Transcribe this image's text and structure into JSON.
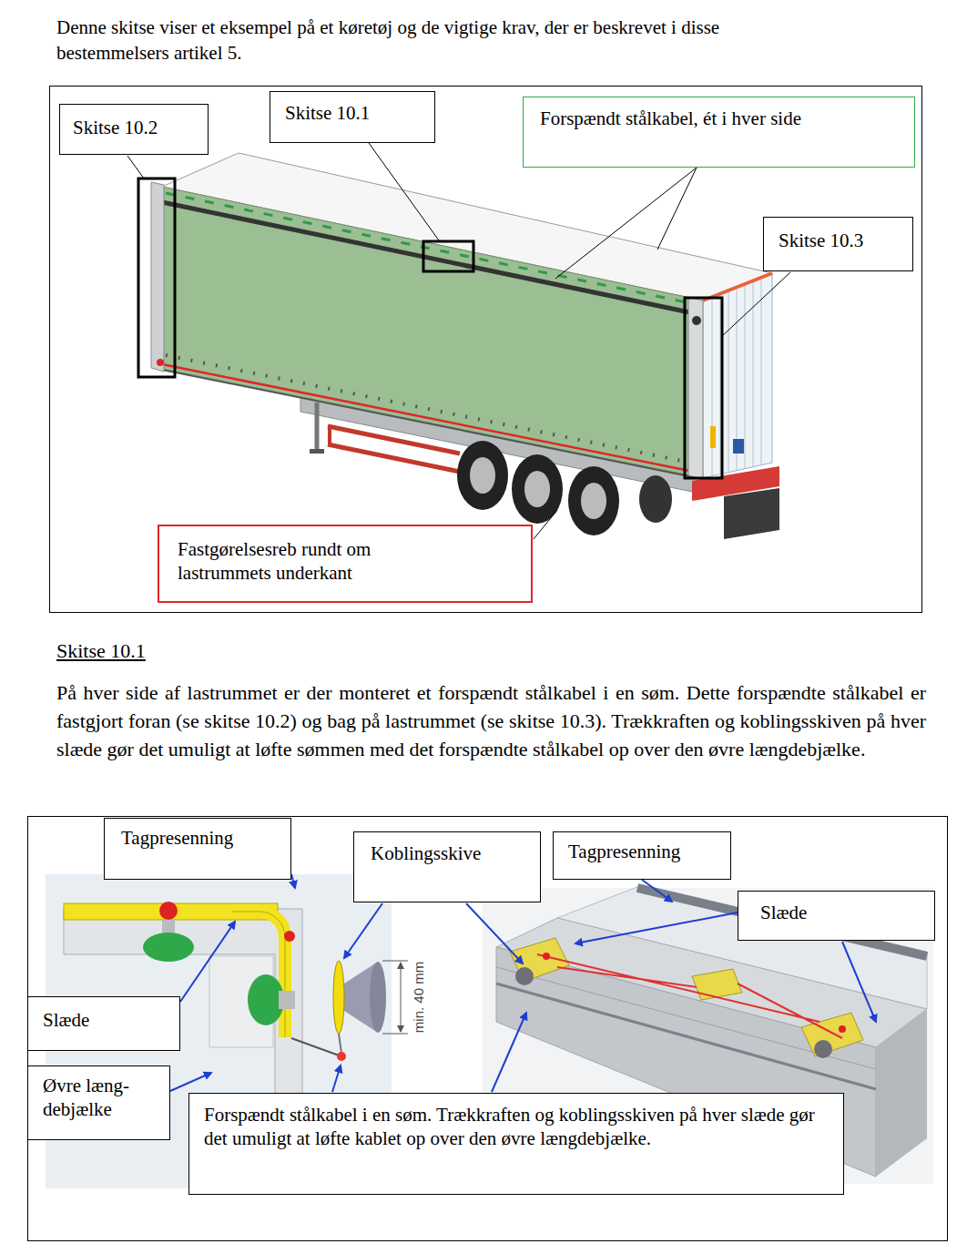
{
  "diagram": {
    "title": "Denne skitse viser et eksempel på et køretøj og de vigtige krav, der er beskrevet i disse bestemmelsers artikel 5.",
    "nodes": [
      {
        "text": [
          "Skitse 10.2"
        ]
      },
      {
        "text": [
          "Skitse 10.1"
        ]
      },
      {
        "text": [
          "Forspændt stålkabel, ét i hver side"
        ]
      },
      {
        "text": [
          "Skitse 10.3"
        ]
      },
      {
        "text": [
          "Fastgørelsesreb rundt om lastrummets underkant"
        ]
      },
      {
        "text": [
          "Tagpresenning"
        ]
      },
      {
        "text": [
          "Koblingsskive"
        ]
      },
      {
        "text": [
          "Tagpresenning"
        ]
      },
      {
        "text": [
          "Slæde"
        ]
      },
      {
        "text": [
          "Slæde"
        ]
      },
      {
        "text": [
          "Øvre læng- debjælke"
        ]
      },
      {
        "text": [
          "Forspændt stålkabel i en søm. Trækkraften og koblingsskiven på hver slæde gør det umuligt at løfte kablet op over den øvre længdebjælke."
        ]
      }
    ],
    "labels": [
      "Skitse 10.1",
      "På hver side af lastrummet er der monteret et forspændt stålkabel i en søm. Dette forspændte stålkabel er fastgjort foran (se skitse 10.2) og bag på lastrummet (se skitse 10.3). Trækkraften og koblingsskiven på hver slæde gør det umuligt at løfte sømmen med det forspændte stålkabel op over den øvre længdebjælke.",
      "min. 40 mm"
    ]
  }
}
